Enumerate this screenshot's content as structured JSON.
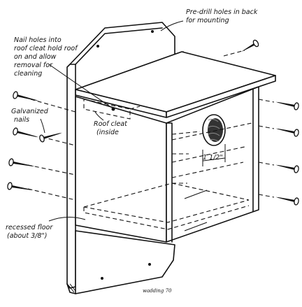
{
  "labels": {
    "predrill": [
      "Pre-drill holes in back",
      "for mounting"
    ],
    "nail_holes": [
      "Nail holes into",
      "roof cleat hold roof",
      "on and allow",
      "removal for",
      "cleaning"
    ],
    "galvanized": [
      "Galvanized",
      "nails"
    ],
    "roof_cleat": [
      "Roof cleat",
      "(inside"
    ],
    "hole_size": "1 1/2\"",
    "recessed_floor": [
      "recessed floor",
      "(about 3/8\")"
    ],
    "signature": "wadding 70"
  },
  "icons": {
    "nail": "nail-icon",
    "entrance_hole": "entrance-hole-icon"
  }
}
